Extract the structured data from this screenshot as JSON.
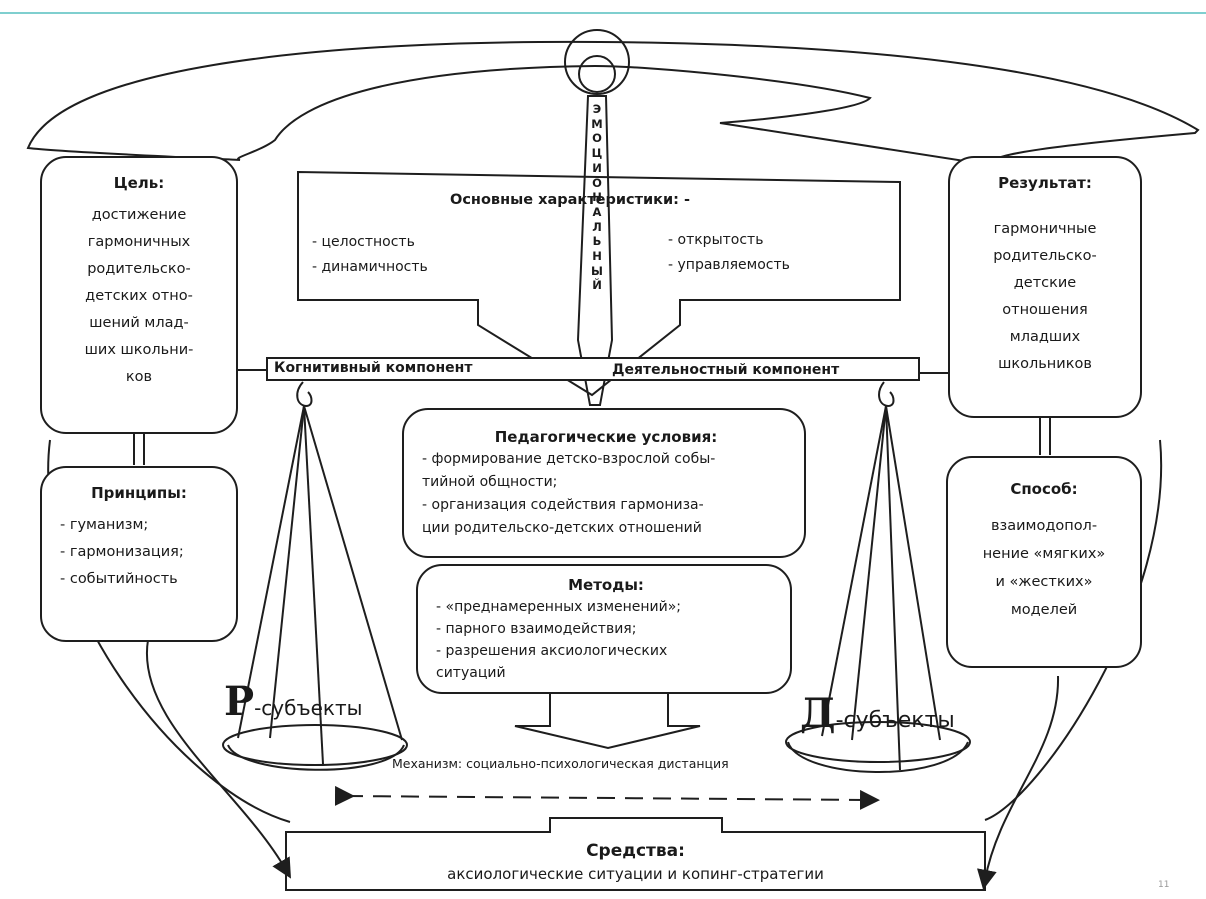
{
  "top_line_color": "#7fcfcf",
  "goal": {
    "title": "Цель:",
    "lines": [
      "достижение",
      "гармоничных",
      "родительско-",
      "детских отно-",
      "шений млад-",
      "ших школьни-",
      "ков"
    ]
  },
  "principles": {
    "title": "Принципы:",
    "items": [
      "- гуманизм;",
      "- гармонизация;",
      "- событийность"
    ]
  },
  "result": {
    "title": "Результат:",
    "lines": [
      "гармоничные",
      "родительско-",
      "детские",
      "отношения",
      "младших",
      "школьников"
    ]
  },
  "method_way": {
    "title": "Способ:",
    "lines": [
      "взаимодопол‑",
      "нение «мягких»",
      "и «жестких»",
      "моделей"
    ]
  },
  "characteristics": {
    "title": "Основные характеристики: -",
    "left": [
      "- целостность",
      "- динамичность"
    ],
    "right": [
      "- открытость",
      "- управляемость"
    ]
  },
  "emotional_label": [
    "Э",
    "М",
    "О",
    "Ц",
    "И",
    "О",
    "Н",
    "А",
    "Л",
    "Ь",
    "Н",
    "Ы",
    "Й"
  ],
  "beam": {
    "left_label": "Когнитивный компонент",
    "right_label": "Деятельностный компонент"
  },
  "ped_conditions": {
    "title": "Педагогические условия:",
    "items": [
      "- формирование детско-взрослой собы-",
      "тийной общности;",
      "- организация содействия гармониза-",
      "ции родительско-детских отношений"
    ]
  },
  "methods": {
    "title": "Методы:",
    "items": [
      "- «преднамеренных изменений»;",
      "- парного взаимодействия;",
      "- разрешения аксиологических",
      "ситуаций"
    ]
  },
  "left_subjects": {
    "big": "Р",
    "rest": "-субъекты"
  },
  "right_subjects": {
    "big": "Д",
    "rest": "-субъекты"
  },
  "mechanism": "Механизм: социально-психологическая дистанция",
  "means": {
    "title": "Средства:",
    "text": "аксиологические ситуации и копинг-стратегии"
  },
  "page_number": "11"
}
